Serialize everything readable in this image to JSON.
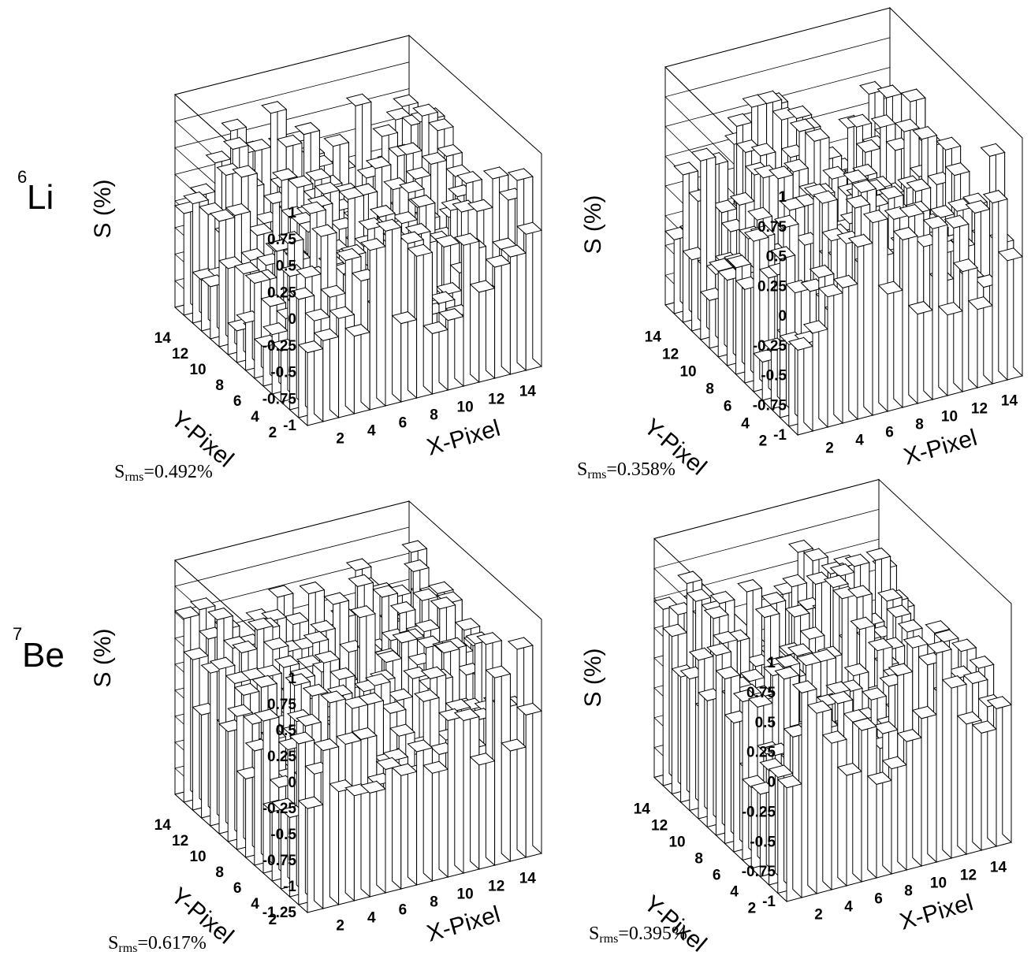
{
  "isotopes": [
    {
      "mass": "6",
      "symbol": "Li"
    },
    {
      "mass": "7",
      "symbol": "Be"
    }
  ],
  "chart_data": [
    {
      "type": "bar3d",
      "isotope": "6Li",
      "xlabel": "X-Pixel",
      "ylabel": "Y-Pixel",
      "zlabel": "S (%)",
      "x_ticks": [
        "2",
        "4",
        "6",
        "8",
        "10",
        "12",
        "14"
      ],
      "y_ticks": [
        "2",
        "4",
        "6",
        "8",
        "10",
        "12",
        "14"
      ],
      "z_ticks": [
        "1",
        "0.75",
        "0.5",
        "0.25",
        "0",
        "-0.25",
        "-0.5",
        "-0.75",
        "-1"
      ],
      "zlim": [
        -1.0,
        1.0
      ],
      "grid": "15x15",
      "rms_label": "S",
      "rms_sub": "rms",
      "rms_value": "=0.492%",
      "seed": 11
    },
    {
      "type": "bar3d",
      "isotope": "6Li",
      "xlabel": "X-Pixel",
      "ylabel": "Y-Pixel",
      "zlabel": "S (%)",
      "x_ticks": [
        "2",
        "4",
        "6",
        "8",
        "10",
        "12",
        "14"
      ],
      "y_ticks": [
        "2",
        "4",
        "6",
        "8",
        "10",
        "12",
        "14"
      ],
      "z_ticks": [
        "1",
        "0.75",
        "0.5",
        "0.25",
        "0",
        "-0.25",
        "-0.5",
        "-0.75",
        "-1"
      ],
      "zlim": [
        -1.0,
        1.0
      ],
      "grid": "15x15",
      "rms_label": "S",
      "rms_sub": "rms",
      "rms_value": "=0.358%",
      "seed": 23
    },
    {
      "type": "bar3d",
      "isotope": "7Be",
      "xlabel": "X-Pixel",
      "ylabel": "Y-Pixel",
      "zlabel": "S (%)",
      "x_ticks": [
        "2",
        "4",
        "6",
        "8",
        "10",
        "12",
        "14"
      ],
      "y_ticks": [
        "2",
        "4",
        "6",
        "8",
        "10",
        "12",
        "14"
      ],
      "z_ticks": [
        "1",
        "0.75",
        "0.5",
        "0.25",
        "0",
        "-0.25",
        "-0.5",
        "-0.75",
        "-1",
        "-1.25"
      ],
      "zlim": [
        -1.25,
        1.0
      ],
      "grid": "15x15",
      "rms_label": "S",
      "rms_sub": "rms",
      "rms_value": "=0.617%",
      "seed": 37
    },
    {
      "type": "bar3d",
      "isotope": "7Be",
      "xlabel": "X-Pixel",
      "ylabel": "Y-Pixel",
      "zlabel": "S (%)",
      "x_ticks": [
        "2",
        "4",
        "6",
        "8",
        "10",
        "12",
        "14"
      ],
      "y_ticks": [
        "2",
        "4",
        "6",
        "8",
        "10",
        "12",
        "14"
      ],
      "z_ticks": [
        "1",
        "0.75",
        "0.5",
        "0.25",
        "0",
        "-0.25",
        "-0.5",
        "-0.75",
        "-1"
      ],
      "zlim": [
        -1.0,
        1.0
      ],
      "grid": "15x15",
      "rms_label": "S",
      "rms_sub": "rms",
      "rms_value": "=0.395%",
      "seed": 51
    }
  ]
}
